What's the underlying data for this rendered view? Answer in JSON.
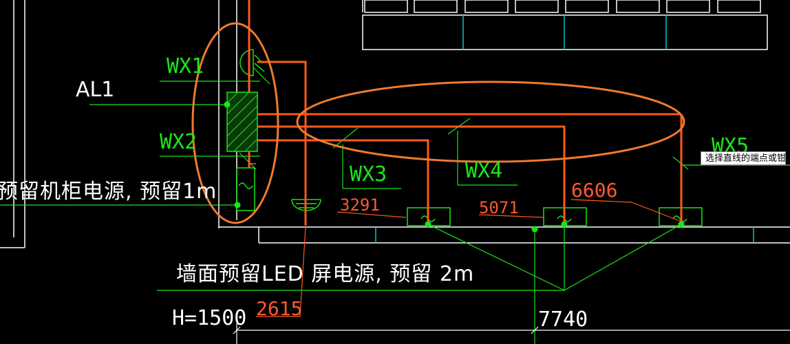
{
  "labels": {
    "al1": "AL1",
    "wx1": "WX1",
    "wx2": "WX2",
    "wx3": "WX3",
    "wx4": "WX4",
    "wx5": "WX5",
    "cabinet_note": "预留机柜电源, 预留1m",
    "wall_note": "墙面预留LED  屏电源, 预留 2m",
    "height_note": "H=1500",
    "len_3291": "3291",
    "len_5071": "5071",
    "len_6606": "6606",
    "len_2615": "2615",
    "dim_7740": "7740"
  },
  "tooltip": {
    "text": "选择直线的端点或钳"
  },
  "colors": {
    "background": "#000000",
    "wire_orange": "#ff5a1e",
    "highlight_ellipse": "#f07a30",
    "green": "#19e619",
    "cyan": "#00c8c8",
    "white": "#ffffff"
  }
}
